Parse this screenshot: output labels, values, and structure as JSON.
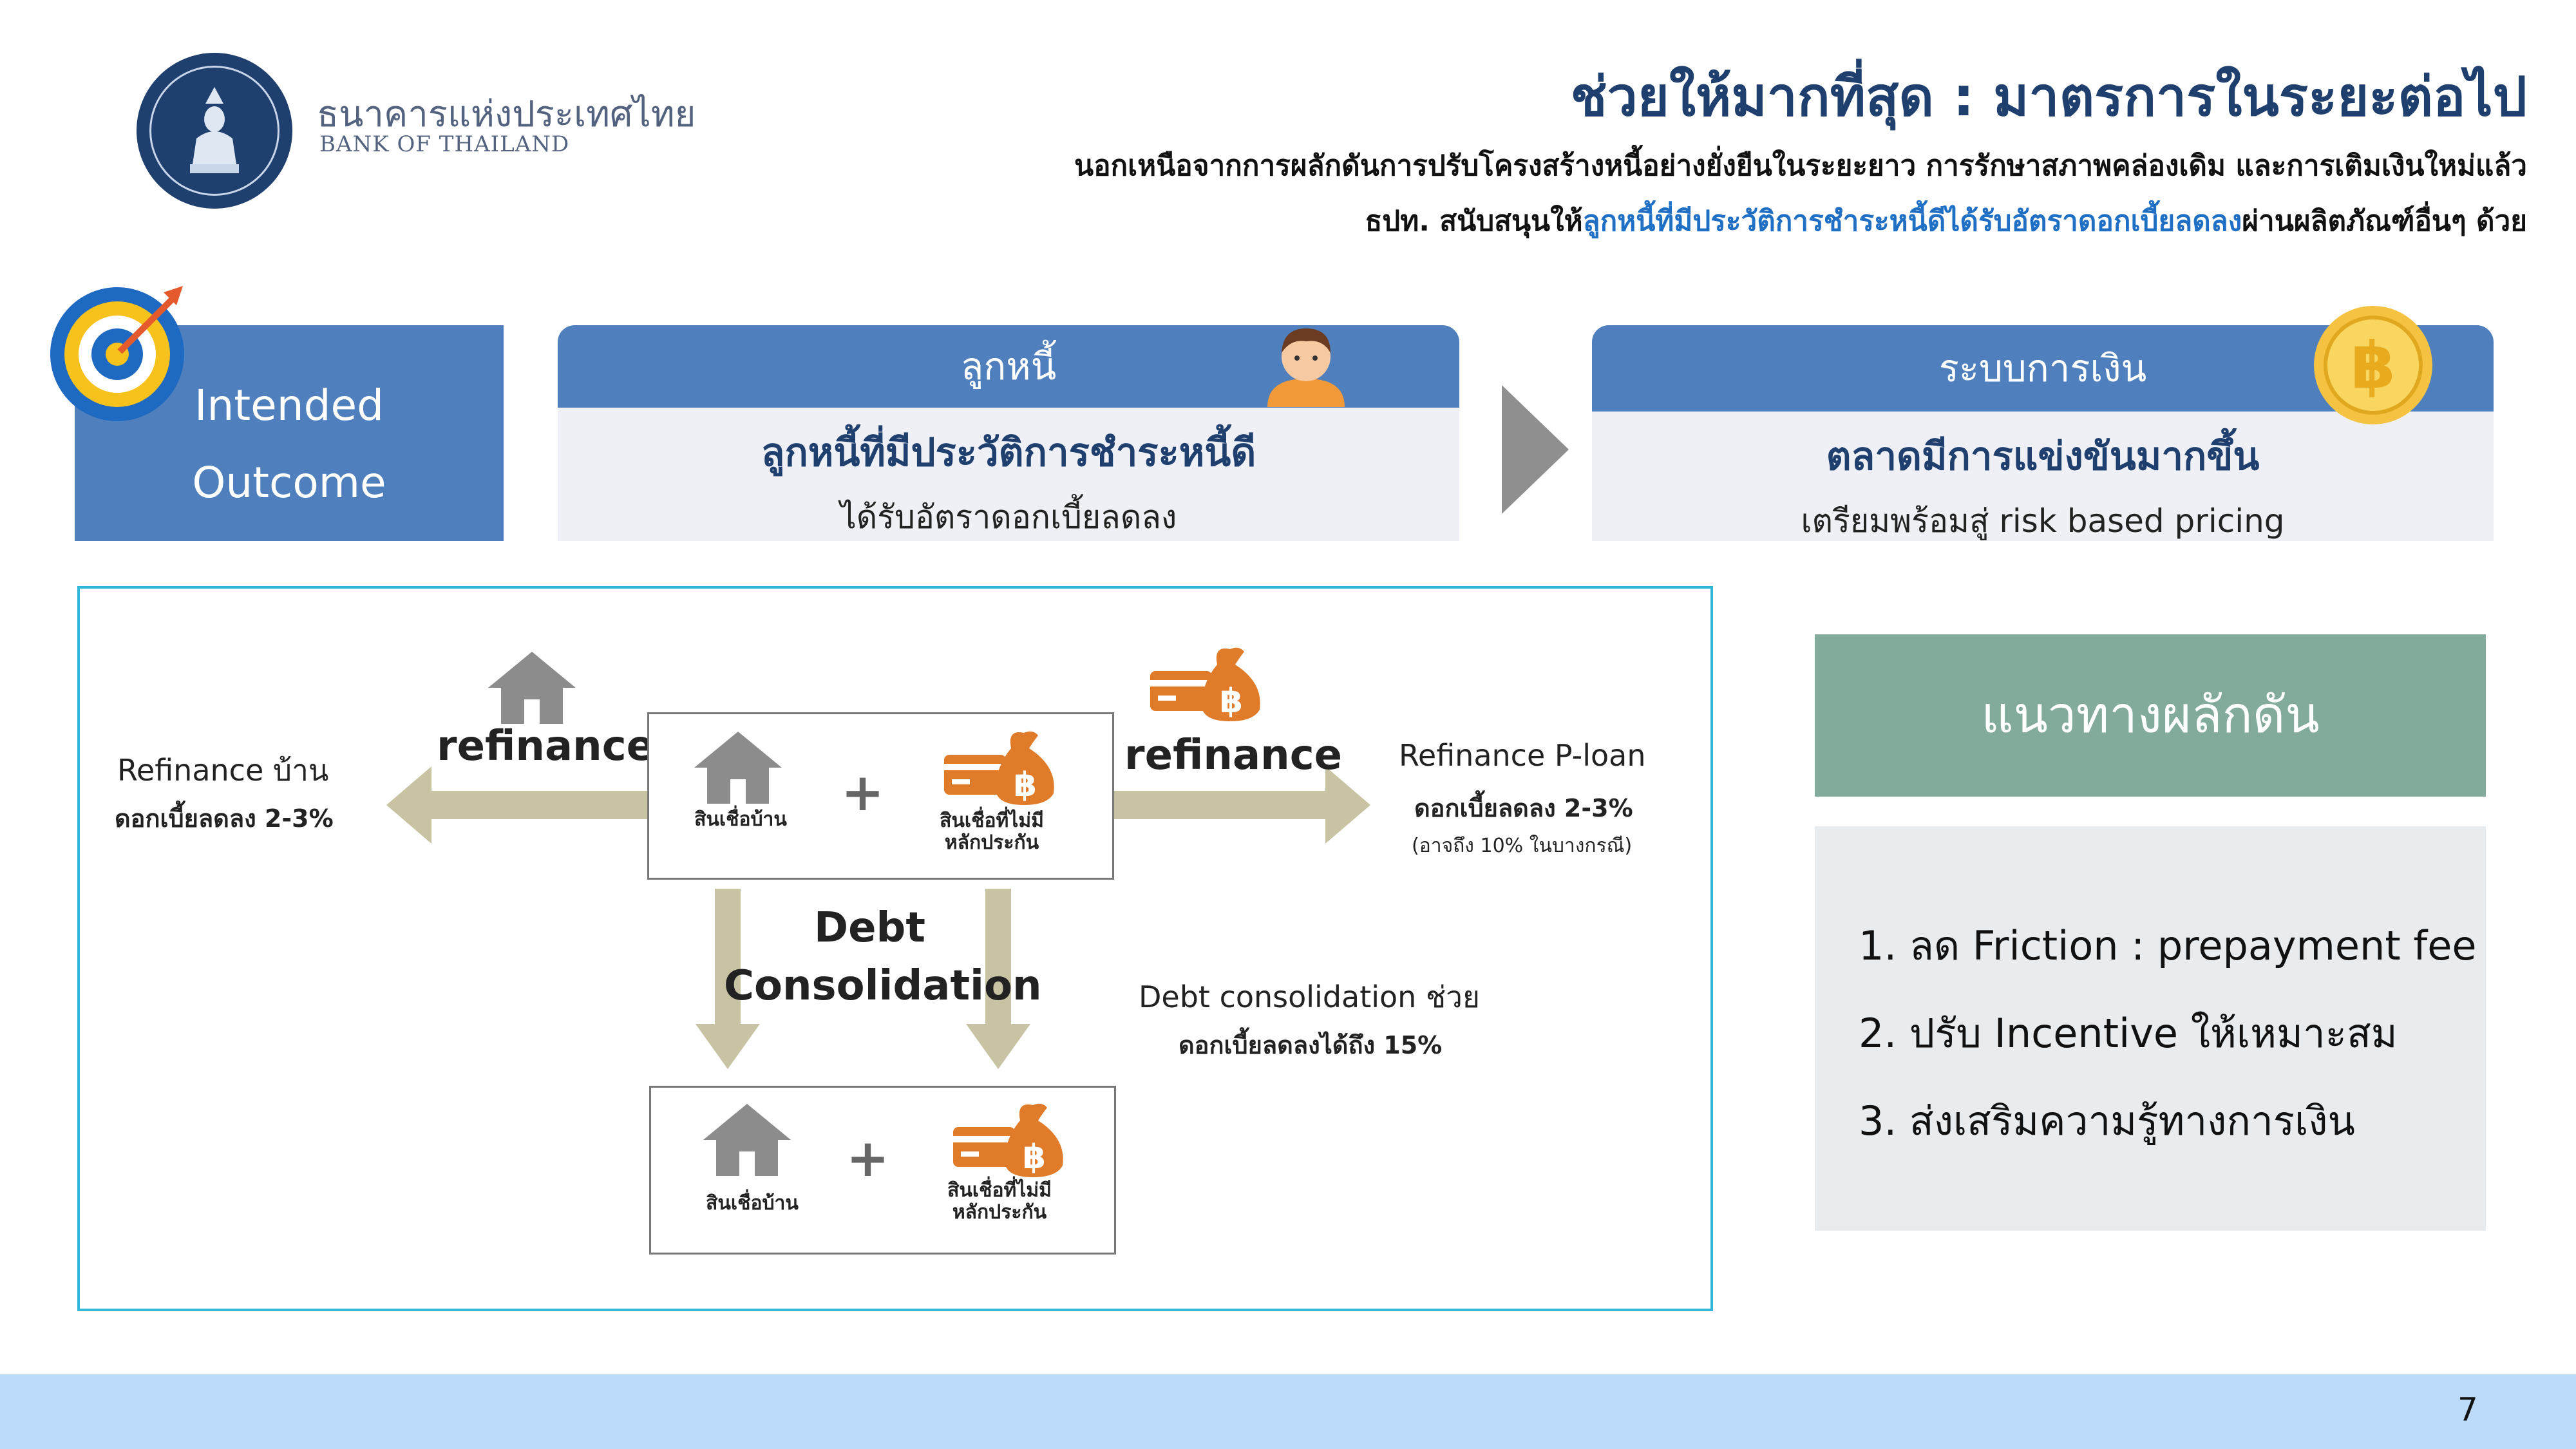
{
  "header": {
    "bank_name_th": "ธนาคารแห่งประเทศไทย",
    "bank_name_en": "BANK OF THAILAND",
    "title": "ช่วยให้มากที่สุด : มาตรการในระยะต่อไป",
    "subtitle_line1": "นอกเหนือจากการผลักดันการปรับโครงสร้างหนี้อย่างยั่งยืนในระยะยาว การรักษาสภาพคล่องเดิม และการเติมเงินใหม่แล้ว",
    "subtitle_line2_pre": "ธปท. สนับสนุนให้",
    "subtitle_line2_highlight": "ลูกหนี้ที่มีประวัติการชำระหนี้ดีได้รับอัตราดอกเบี้ยลดลง",
    "subtitle_line2_post": "ผ่านผลิตภัณฑ์อื่นๆ ด้วย"
  },
  "outcome": {
    "label_line1": "Intended",
    "label_line2": "Outcome",
    "debtor": {
      "heading": "ลูกหนี้",
      "main": "ลูกหนี้ที่มีประวัติการชำระหนี้ดี",
      "sub": "ได้รับอัตราดอกเบี้ยลดลง"
    },
    "financial_system": {
      "heading": "ระบบการเงิน",
      "main": "ตลาดมีการแข่งขันมากขึ้น",
      "sub": "เตรียมพร้อมสู่ risk based pricing"
    }
  },
  "diagram": {
    "refinance_left": "refinance",
    "refinance_right": "refinance",
    "left_title": "Refinance บ้าน",
    "left_rate": "ดอกเบี้ยลดลง 2-3%",
    "right_title": "Refinance P-loan",
    "right_rate": "ดอกเบี้ยลดลง 2-3%",
    "right_note": "(อาจถึง 10% ในบางกรณี)",
    "debt_line1": "Debt",
    "debt_line2": "Consolidation",
    "debt_title": "Debt consolidation ช่วย",
    "debt_rate": "ดอกเบี้ยลดลงได้ถึง 15%",
    "home_loan": "สินเชื่อบ้าน",
    "unsecured_line1": "สินเชื่อที่ไม่มี",
    "unsecured_line2": "หลักประกัน",
    "plus": "+"
  },
  "guidance": {
    "heading": "แนวทางผลักดัน",
    "items": [
      "1. ลด Friction : prepayment fee",
      "2. ปรับ Incentive ให้เหมาะสม",
      "3. ส่งเสริมความรู้ทางการเงิน"
    ]
  },
  "footer": {
    "page_number": "7"
  },
  "colors": {
    "navy": "#1f3f6e",
    "blue_header": "#4f80bd",
    "highlight_blue": "#1f6fc5",
    "arrow_khaki": "#c8c3a2",
    "teal_green": "#82ab9b",
    "footer_blue": "#bcdbf8",
    "frame_cyan": "#33b7d6",
    "orange": "#e07b2a"
  }
}
